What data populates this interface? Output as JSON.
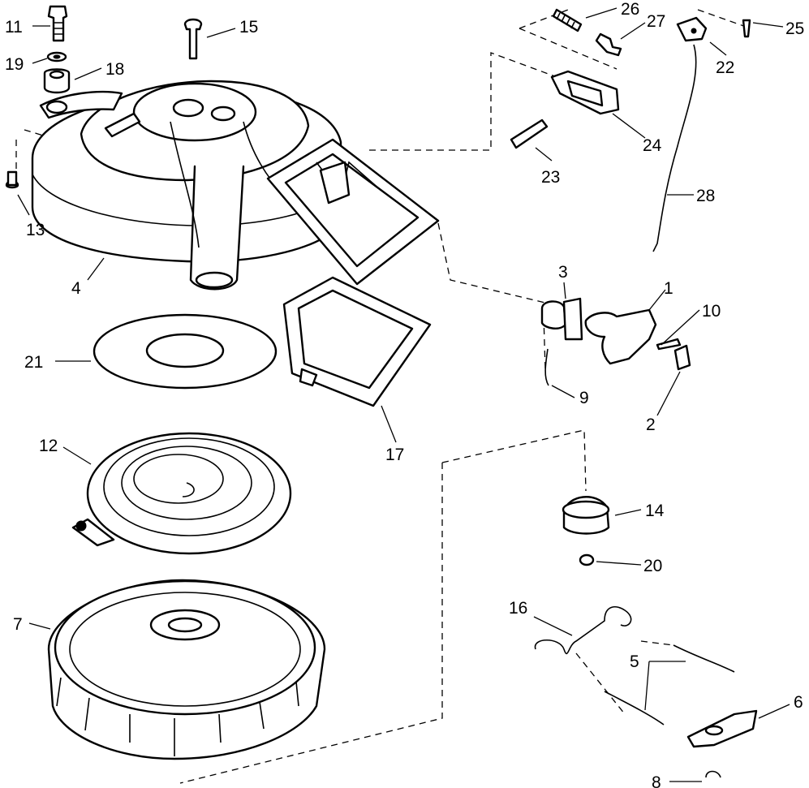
{
  "diagram": {
    "callouts": [
      {
        "id": "c11",
        "text": "11"
      },
      {
        "id": "c19",
        "text": "19"
      },
      {
        "id": "c18",
        "text": "18"
      },
      {
        "id": "c15",
        "text": "15"
      },
      {
        "id": "c13",
        "text": "13"
      },
      {
        "id": "c4",
        "text": "4"
      },
      {
        "id": "c21",
        "text": "21"
      },
      {
        "id": "c12",
        "text": "12"
      },
      {
        "id": "c7",
        "text": "7"
      },
      {
        "id": "c17",
        "text": "17"
      },
      {
        "id": "c26",
        "text": "26"
      },
      {
        "id": "c27",
        "text": "27"
      },
      {
        "id": "c25",
        "text": "25"
      },
      {
        "id": "c22",
        "text": "22"
      },
      {
        "id": "c24",
        "text": "24"
      },
      {
        "id": "c23",
        "text": "23"
      },
      {
        "id": "c28",
        "text": "28"
      },
      {
        "id": "c3",
        "text": "3"
      },
      {
        "id": "c1",
        "text": "1"
      },
      {
        "id": "c10",
        "text": "10"
      },
      {
        "id": "c9",
        "text": "9"
      },
      {
        "id": "c2",
        "text": "2"
      },
      {
        "id": "c14",
        "text": "14"
      },
      {
        "id": "c20",
        "text": "20"
      },
      {
        "id": "c16",
        "text": "16"
      },
      {
        "id": "c5",
        "text": "5"
      },
      {
        "id": "c6",
        "text": "6"
      },
      {
        "id": "c8",
        "text": "8"
      }
    ],
    "colors": {
      "ink": "#000000",
      "paper": "#ffffff"
    }
  }
}
